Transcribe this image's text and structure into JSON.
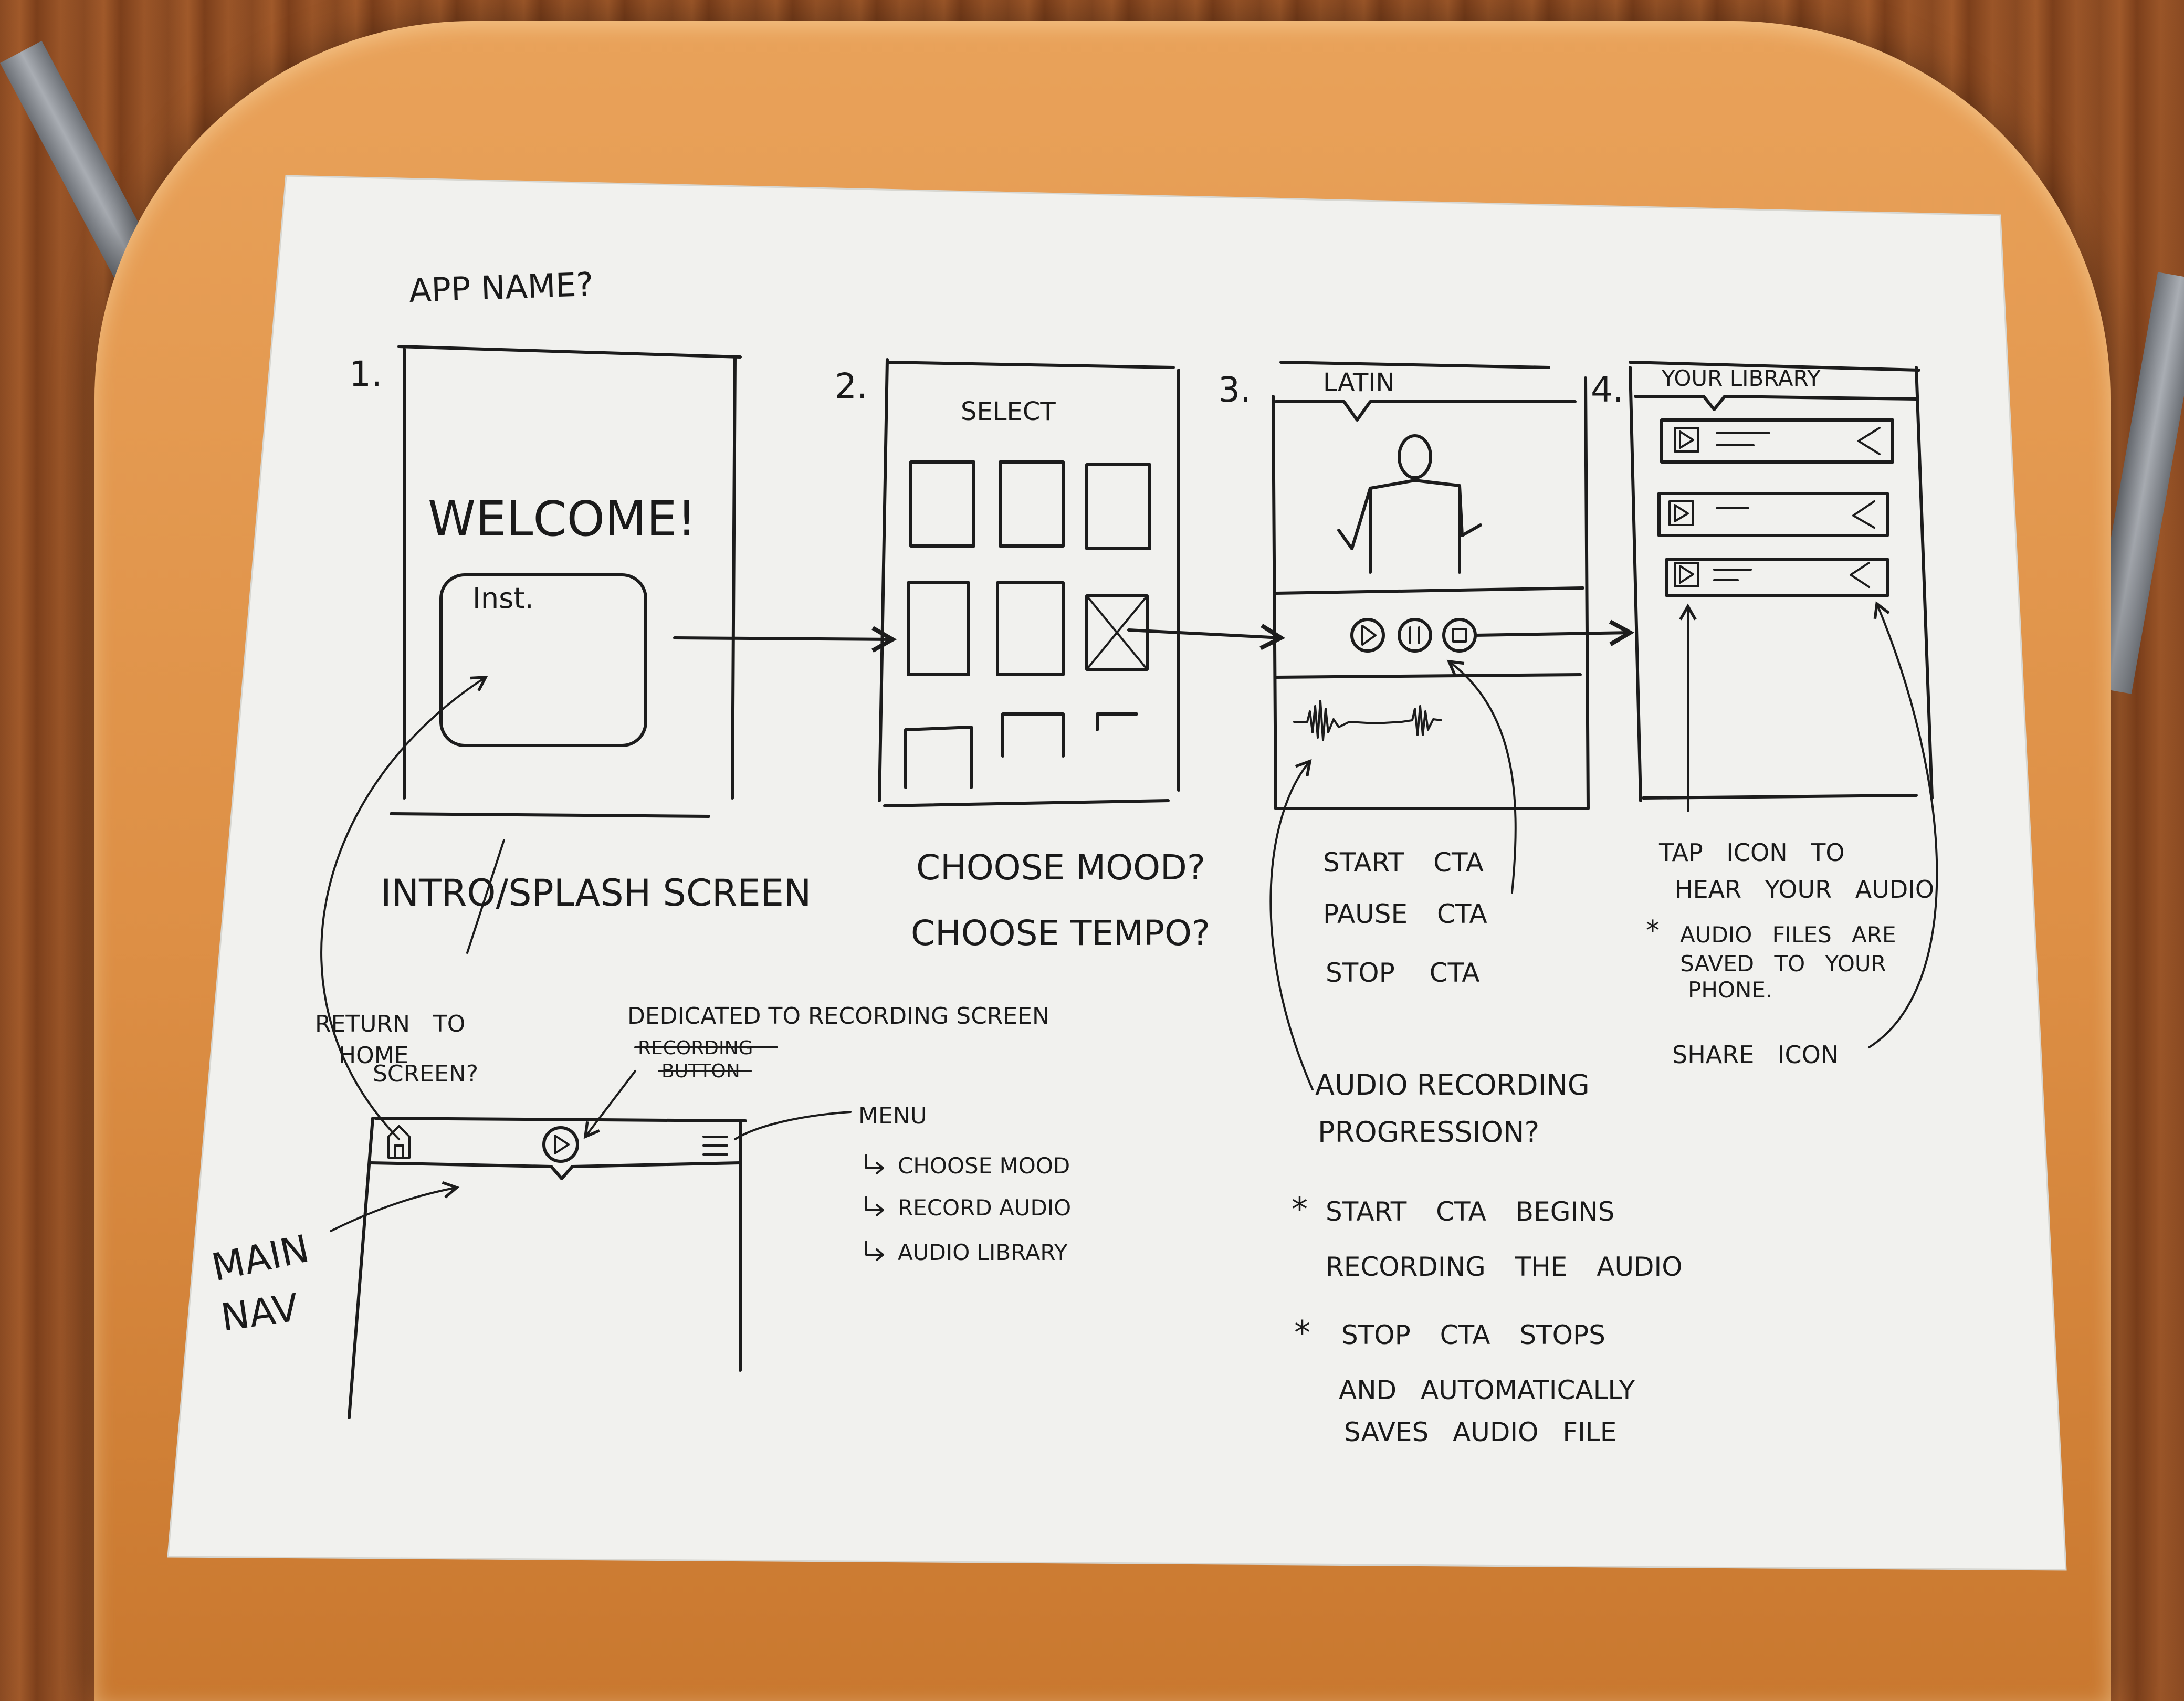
{
  "header": {
    "app_name": "APP NAME?"
  },
  "screens": [
    {
      "number": "1.",
      "welcome": "WELCOME!",
      "inst": "Inst.",
      "caption": "INTRO/SPLASH SCREEN"
    },
    {
      "number": "2.",
      "title": "SELECT",
      "caption_line1": "CHOOSE MOOD?",
      "caption_line2": "CHOOSE TEMPO?"
    },
    {
      "number": "3.",
      "title": "LATIN",
      "notes": [
        "START CTA",
        "PAUSE CTA",
        "STOP CTA"
      ],
      "progress_label_line1": "AUDIO RECORDING",
      "progress_label_line2": "PROGRESSION?"
    },
    {
      "number": "4.",
      "title": "YOUR LIBRARY",
      "note_line1": "TAP ICON TO",
      "note_line2": "HEAR YOUR AUDIO",
      "star_note_line1": "AUDIO FILES ARE",
      "star_note_line2": "SAVED TO YOUR",
      "star_note_line3": "PHONE.",
      "share_label": "SHARE ICON"
    }
  ],
  "nav": {
    "return_line1": "RETURN TO",
    "return_line2": "HOME",
    "return_line3": "SCREEN?",
    "dedicated": "DEDICATED TO RECORDING SCREEN",
    "struck_line1": "RECORDING",
    "struck_line2": "BUTTON",
    "main_line1": "MAIN",
    "main_line2": "NAV",
    "menu_title": "MENU",
    "menu_items": [
      "CHOOSE MOOD",
      "RECORD AUDIO",
      "AUDIO LIBRARY"
    ]
  },
  "footnotes": {
    "start_line1": "START CTA BEGINS",
    "start_line2": "RECORDING THE AUDIO",
    "stop_line1": "STOP CTA STOPS",
    "stop_line2": "AND AUTOMATICALLY",
    "stop_line3": "SAVES AUDIO FILE"
  }
}
